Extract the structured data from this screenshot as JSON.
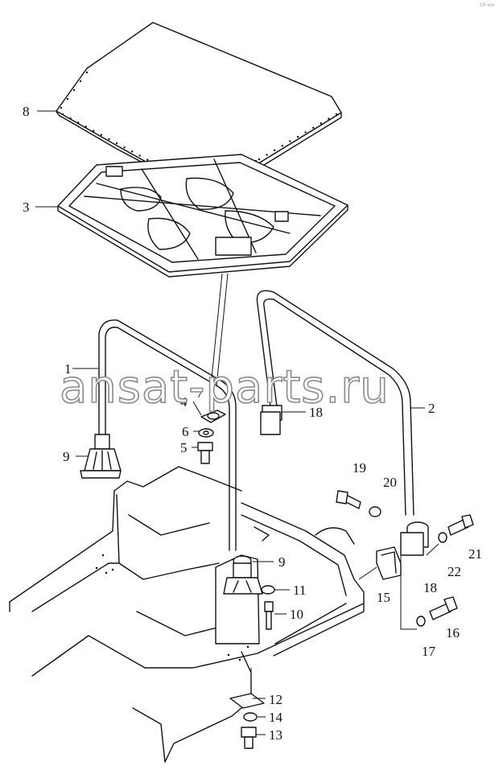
{
  "watermark": "ansat-parts.ru",
  "corner_mark": "1P-xxx",
  "callouts": [
    {
      "id": "c8",
      "label": "8"
    },
    {
      "id": "c3",
      "label": "3"
    },
    {
      "id": "c1",
      "label": "1"
    },
    {
      "id": "c7",
      "label": "7"
    },
    {
      "id": "c4",
      "label": "4"
    },
    {
      "id": "c6",
      "label": "6"
    },
    {
      "id": "c5",
      "label": "5"
    },
    {
      "id": "c9a",
      "label": "9"
    },
    {
      "id": "c18a",
      "label": "18"
    },
    {
      "id": "c2",
      "label": "2"
    },
    {
      "id": "c19",
      "label": "19"
    },
    {
      "id": "c20",
      "label": "20"
    },
    {
      "id": "c21",
      "label": "21"
    },
    {
      "id": "c22",
      "label": "22"
    },
    {
      "id": "c9b",
      "label": "9"
    },
    {
      "id": "c11",
      "label": "11"
    },
    {
      "id": "c15",
      "label": "15"
    },
    {
      "id": "c18b",
      "label": "18"
    },
    {
      "id": "c10",
      "label": "10"
    },
    {
      "id": "c16",
      "label": "16"
    },
    {
      "id": "c17",
      "label": "17"
    },
    {
      "id": "c12",
      "label": "12"
    },
    {
      "id": "c14",
      "label": "14"
    },
    {
      "id": "c13",
      "label": "13"
    }
  ]
}
